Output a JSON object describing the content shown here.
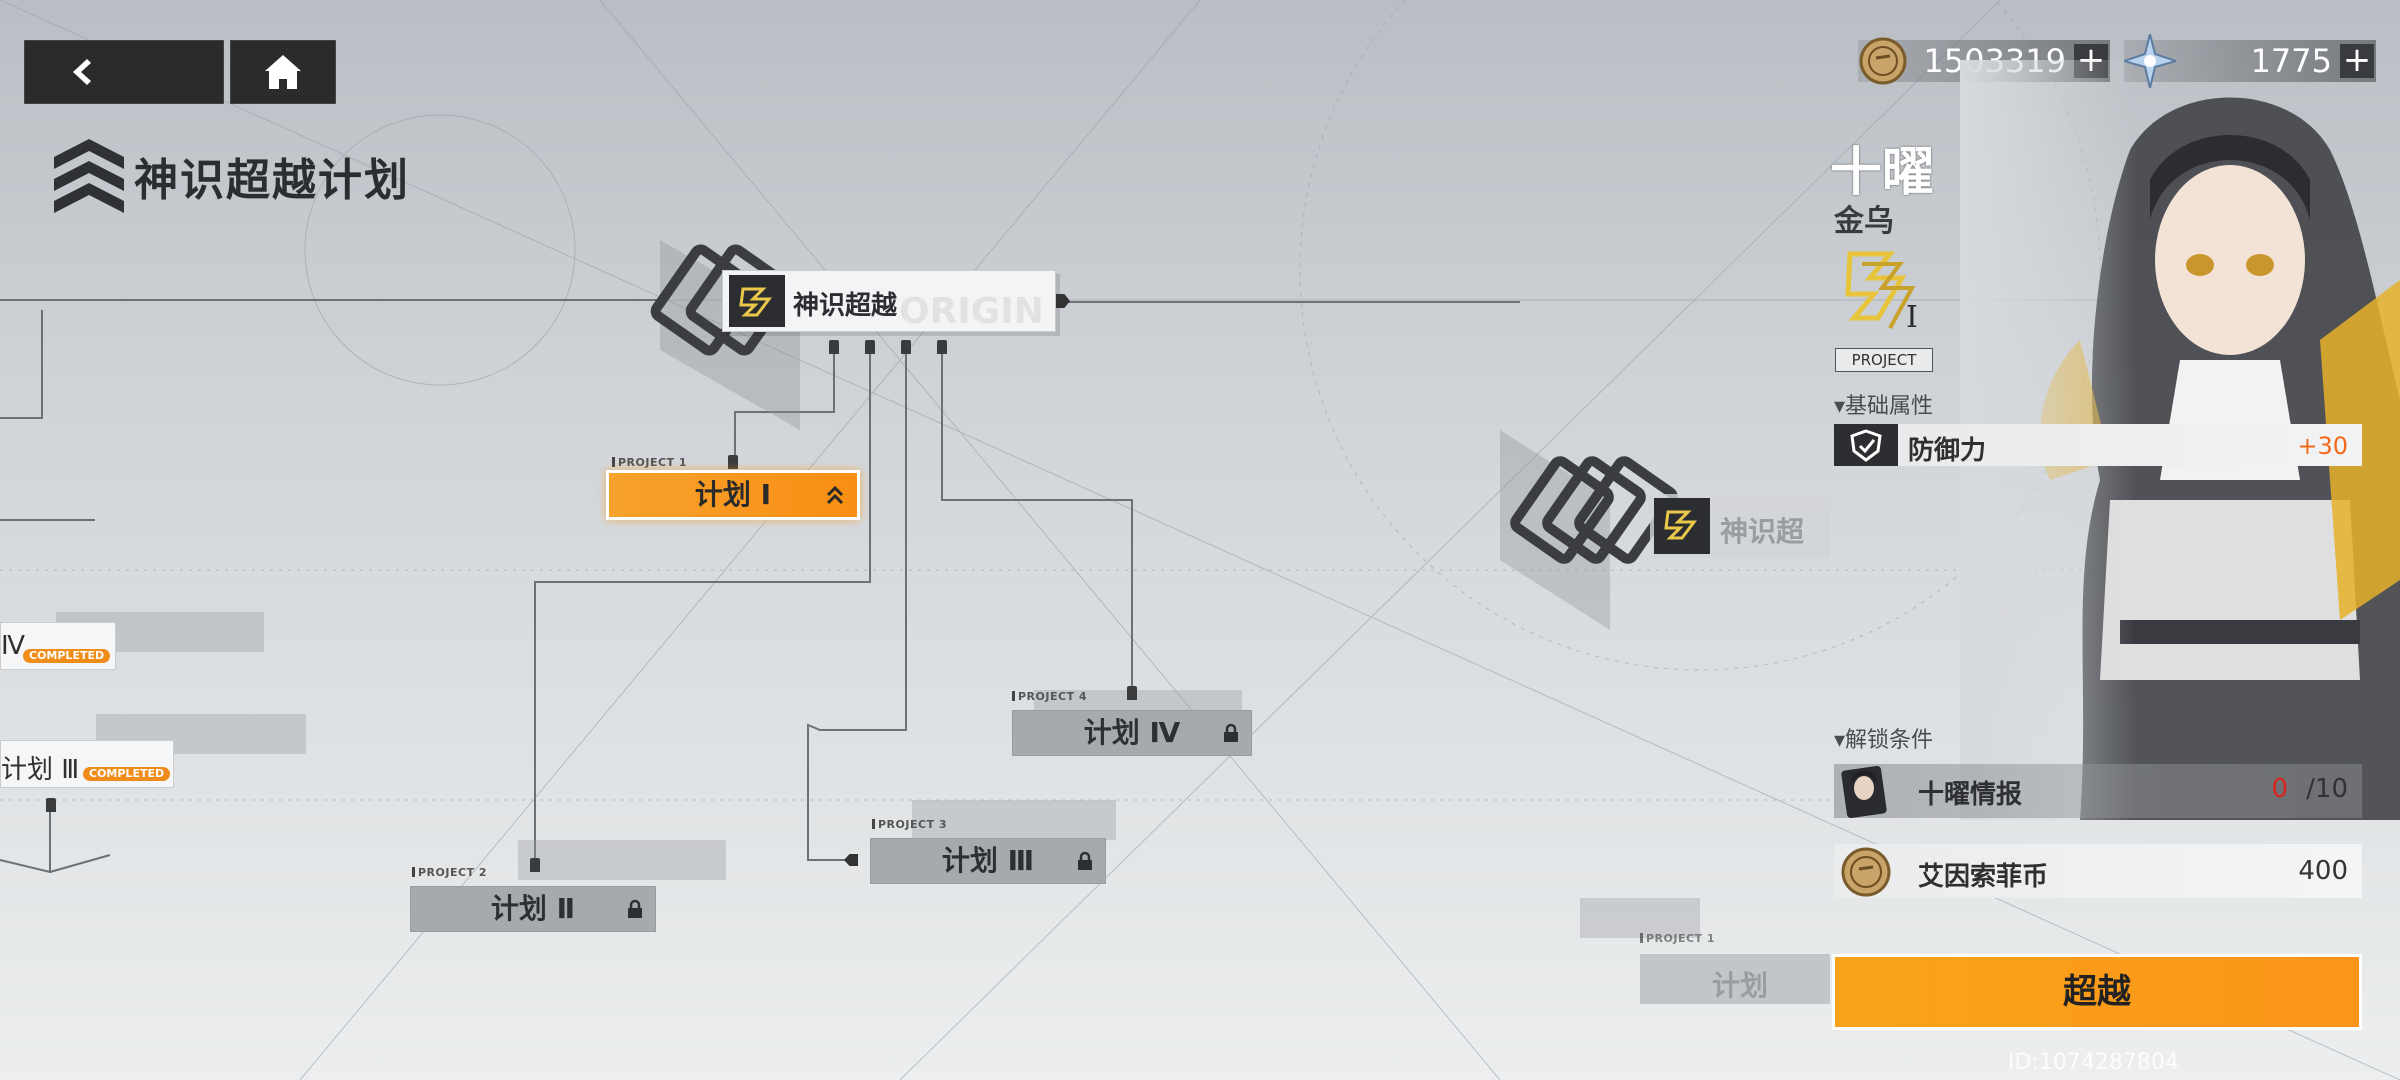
{
  "header": {
    "title": "神识超越计划"
  },
  "currencies": [
    {
      "icon": "coin-icon",
      "value": "1503319",
      "plus": "+"
    },
    {
      "icon": "crystal-star-icon",
      "value": "1775",
      "plus": "+"
    }
  ],
  "tree": {
    "root_label": "神识超越",
    "root_watermark": "ORIGIN",
    "nodes": [
      {
        "project_label": "PROJECT 1",
        "name": "计划 Ⅰ",
        "state": "active"
      },
      {
        "project_label": "PROJECT 2",
        "name": "计划 Ⅱ",
        "state": "locked"
      },
      {
        "project_label": "PROJECT 3",
        "name": "计划 Ⅲ",
        "state": "locked"
      },
      {
        "project_label": "PROJECT 4",
        "name": "计划 Ⅳ",
        "state": "locked"
      }
    ],
    "left_nodes": [
      {
        "name": "Ⅳ",
        "badge": "COMPLETED"
      },
      {
        "name": "计划 Ⅲ",
        "badge": "COMPLETED"
      }
    ],
    "right_branch_label": "神识超",
    "right_faded_project_label": "PROJECT 1",
    "right_faded_node": "计划"
  },
  "character": {
    "name": "十曜",
    "subtitle": "金乌",
    "stage_roman": "I",
    "stage_tag": "PROJECT"
  },
  "attributes": {
    "section_title": "▾基础属性",
    "items": [
      {
        "icon": "shield-icon",
        "label": "防御力",
        "value": "+30",
        "value_color": "#f26a1b"
      }
    ]
  },
  "unlock": {
    "section_title": "▾解锁条件",
    "items": [
      {
        "icon": "character-portrait-icon",
        "label": "十曜情报",
        "current": "0",
        "sep_total": "/10",
        "current_color": "#d8261c"
      },
      {
        "icon": "coin-icon",
        "label": "艾因索菲币",
        "current": "",
        "sep_total": "400",
        "current_color": "#333333"
      }
    ]
  },
  "action": {
    "button_label": "超越"
  },
  "footer": {
    "uid": "ID:1074287804"
  },
  "colors": {
    "accent": "#f9a31a",
    "dark": "#2b2b2d",
    "red": "#d8261c"
  }
}
